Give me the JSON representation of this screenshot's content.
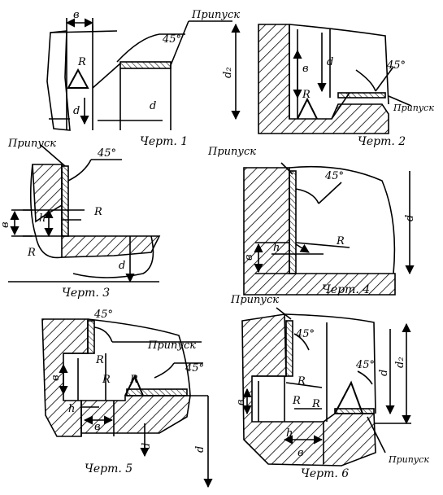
{
  "colors": {
    "ink": "#000000",
    "paper": "#ffffff"
  },
  "drawings": [
    {
      "caption": "Черт. 1",
      "labels": {
        "allowance": "Припуск",
        "angle": "45°",
        "width": "в",
        "radius": "R",
        "diam_small": "d",
        "diam": "d"
      }
    },
    {
      "caption": "Черт. 2",
      "labels": {
        "allowance": "Припуск",
        "angle": "45°",
        "width": "в",
        "radius": "R",
        "diam_inner": "d",
        "diam_outer": "d₂"
      }
    },
    {
      "caption": "Черт. 3",
      "labels": {
        "allowance": "Припуск",
        "angle": "45°",
        "width": "в",
        "height": "h",
        "radius": "R",
        "radius2": "R",
        "diam": "d"
      }
    },
    {
      "caption": "Черт. 4",
      "labels": {
        "allowance": "Припуск",
        "angle": "45°",
        "width": "в",
        "height": "h",
        "radius": "R",
        "diam": "d"
      }
    },
    {
      "caption": "Черт. 5",
      "labels": {
        "allowance": "Припуск",
        "angle": "45°",
        "angle2": "45°",
        "width": "в",
        "width2": "в",
        "height": "h",
        "radius": "R",
        "radius2": "R",
        "radius3": "R",
        "diam_small": "d",
        "diam": "d"
      }
    },
    {
      "caption": "Черт. 6",
      "labels": {
        "allowance": "Припуск",
        "allowance2": "Припуск",
        "angle": "45°",
        "angle2": "45°",
        "width": "в",
        "width2": "в",
        "height": "h",
        "radius": "R",
        "radius2": "R",
        "radius3": "R",
        "diam": "d",
        "diam_outer": "d₂"
      }
    }
  ]
}
